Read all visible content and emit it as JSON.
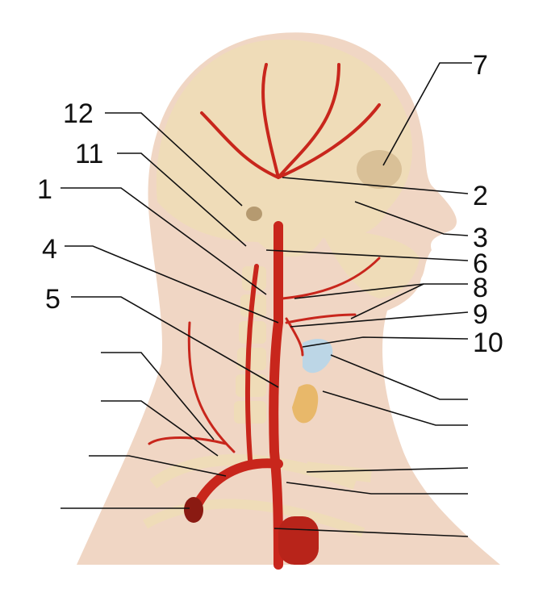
{
  "labels": {
    "l1": "1",
    "l2": "2",
    "l3": "3",
    "l4": "4",
    "l5": "5",
    "l6": "6",
    "l7": "7",
    "l8": "8",
    "l9": "9",
    "l10": "10",
    "l11": "11",
    "l12": "12"
  },
  "colors": {
    "skin": "#f0d6c4",
    "bone": "#efdcb8",
    "artery": "#c8261c",
    "cartilage": "#bcd6e6",
    "gland": "#e8b86a"
  }
}
